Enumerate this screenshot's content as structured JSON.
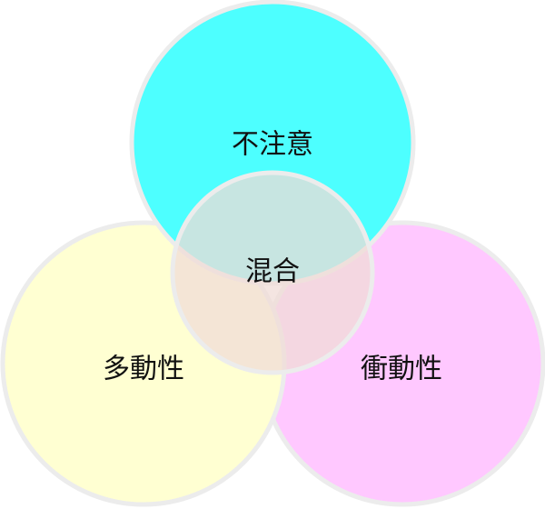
{
  "diagram": {
    "type": "venn",
    "sets": [
      {
        "id": "inattention",
        "label": "不注意",
        "color": "#4dffff"
      },
      {
        "id": "hyperactivity",
        "label": "多動性",
        "color": "#ffffd2"
      },
      {
        "id": "impulsivity",
        "label": "衝動性",
        "color": "#ffc8ff"
      }
    ],
    "center": {
      "label": "混合",
      "color": "#f0dcd7"
    },
    "stroke_color": "#ececec"
  }
}
